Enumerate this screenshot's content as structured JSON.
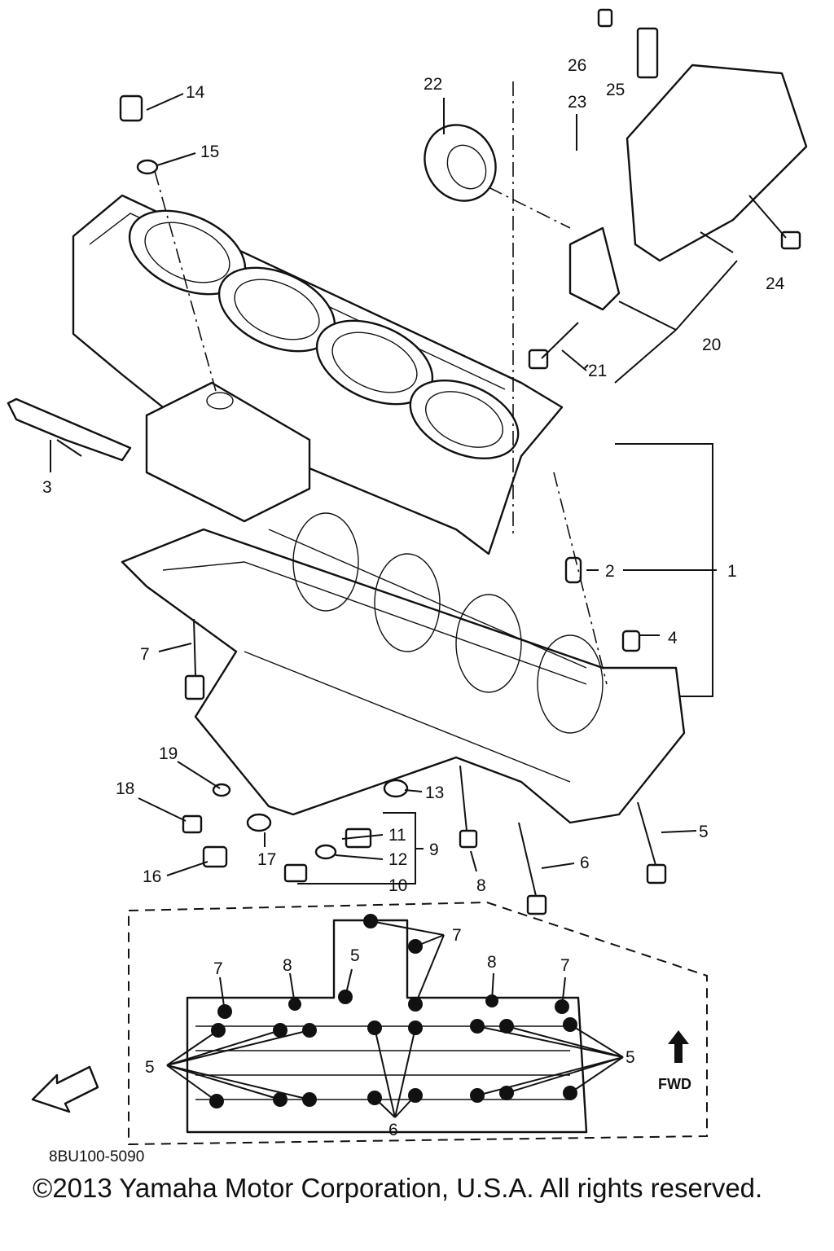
{
  "diagram": {
    "drawing_code": "8BU100-5090",
    "copyright": "©2013 Yamaha Motor Corporation, U.S.A. All rights reserved.",
    "fwd_label": "FWD",
    "callouts": {
      "c1": "1",
      "c2": "2",
      "c3": "3",
      "c4": "4",
      "c5": "5",
      "c6": "6",
      "c7": "7",
      "c8": "8",
      "c9": "9",
      "c10": "10",
      "c11": "11",
      "c12": "12",
      "c13": "13",
      "c14": "14",
      "c15": "15",
      "c16": "16",
      "c17": "17",
      "c18": "18",
      "c19": "19",
      "c20": "20",
      "c21": "21",
      "c22": "22",
      "c23": "23",
      "c24": "24",
      "c25": "25",
      "c26": "26"
    },
    "detail_callouts": {
      "d7a": "7",
      "d7b": "7",
      "d7c": "7",
      "d8a": "8",
      "d8b": "8",
      "d5a": "5",
      "d5b": "5",
      "d5c": "5",
      "d6": "6"
    }
  }
}
